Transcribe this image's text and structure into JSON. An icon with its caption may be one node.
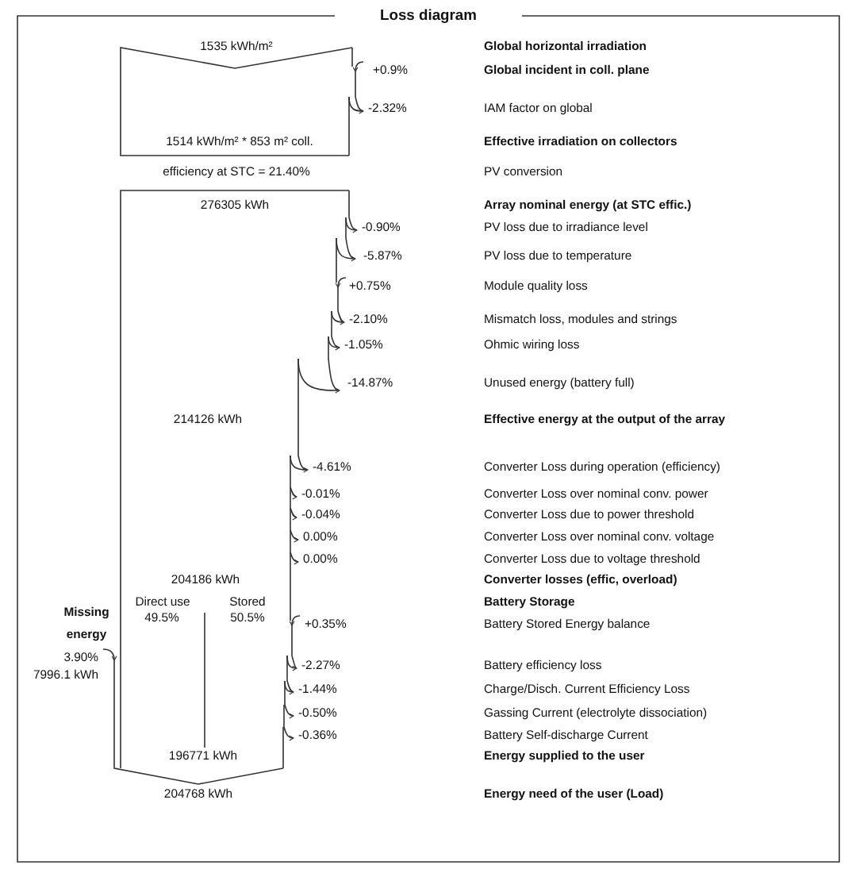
{
  "diagram": {
    "title": "Loss diagram",
    "labels": [
      "1535 kWh/m²",
      "Global horizontal irradiation",
      "+0.9%",
      "Global incident in coll. plane",
      "-2.32%",
      "IAM factor on global",
      "1514 kWh/m² * 853 m² coll.",
      "Effective irradiation on collectors",
      "efficiency at STC = 21.40%",
      "PV conversion",
      "276305 kWh",
      "Array nominal energy (at STC effic.)",
      "-0.90%",
      "PV loss due to irradiance level",
      "-5.87%",
      "PV loss due to temperature",
      "+0.75%",
      "Module quality loss",
      "-2.10%",
      "Mismatch loss, modules and strings",
      "-1.05%",
      "Ohmic wiring loss",
      "-14.87%",
      "Unused energy (battery full)",
      "214126 kWh",
      "Effective energy at the output of the array",
      "-4.61%",
      "Converter Loss during operation (efficiency)",
      "-0.01%",
      "Converter Loss over nominal conv. power",
      "-0.04%",
      "Converter Loss due to power threshold",
      "0.00%",
      "Converter Loss over nominal conv. voltage",
      "0.00%",
      "Converter Loss due to voltage threshold",
      "204186 kWh",
      "Converter losses (effic, overload)",
      "Missing energy",
      "Direct use",
      "Stored",
      "Battery Storage",
      "49.5%",
      "50.5%",
      "+0.35%",
      "Battery Stored Energy balance",
      "3.90%",
      "-2.27%",
      "Battery efficiency loss",
      "7996.1 kWh",
      "-1.44%",
      "Charge/Disch. Current Efficiency Loss",
      "-0.50%",
      "Gassing Current (electrolyte dissociation)",
      "-0.36%",
      "Battery Self-discharge Current",
      "196771 kWh",
      "Energy supplied to the user",
      "204768 kWh",
      "Energy need of the user (Load)"
    ]
  }
}
